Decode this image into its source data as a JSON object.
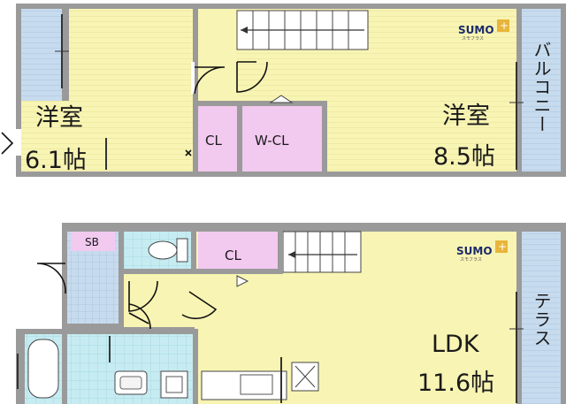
{
  "floor_upper": {
    "room_west": {
      "name": "洋室",
      "size": "6.1帖"
    },
    "room_east": {
      "name": "洋室",
      "size": "8.5帖"
    },
    "closet": "CL",
    "walk_in_closet": "W-CL",
    "balcony": "バルコニー"
  },
  "floor_lower": {
    "ldk": {
      "name": "LDK",
      "size": "11.6帖"
    },
    "shoe_box": "SB",
    "closet": "CL",
    "terrace": "テラス"
  },
  "watermarks": {
    "brand": "SUMO",
    "sub": "スモフラス"
  },
  "colors": {
    "room_fill": "#f8f4b3",
    "closet_fill": "#f2c9ef",
    "wet_fill": "#c6ecf2",
    "exterior_fill": "#c7dbee",
    "wall": "#9a9a9a"
  }
}
